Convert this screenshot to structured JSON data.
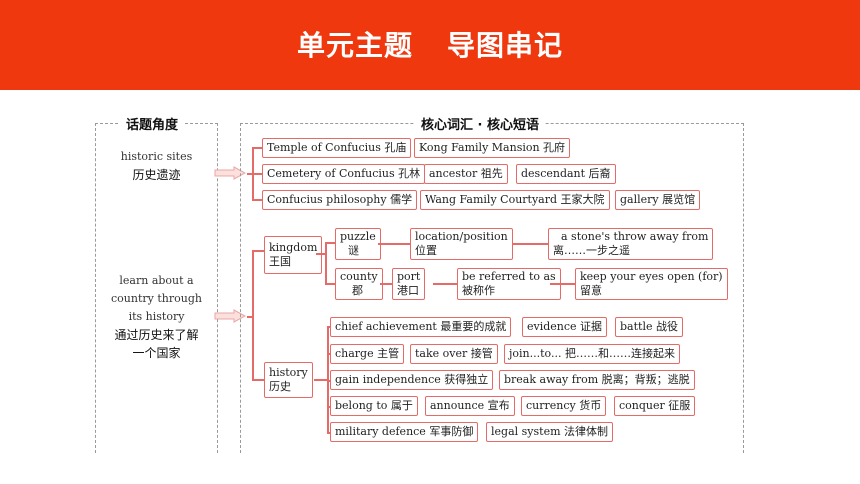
{
  "banner": {
    "title_part1": "单元主题",
    "title_part2": "导图串记",
    "color": "#f0380f"
  },
  "left_panel": {
    "header": "话题角度",
    "topics": [
      {
        "en_lines": [
          "historic sites"
        ],
        "zh_lines": [
          "历史遗迹"
        ]
      },
      {
        "en_lines": [
          "learn about a",
          "country through",
          "its history"
        ],
        "zh_lines": [
          "通过历史来了解",
          "一个国家"
        ]
      }
    ]
  },
  "right_panel": {
    "header": "核心词汇 · 核心短语",
    "sites": [
      [
        "Temple of Confucius 孔庙",
        "Kong Family Mansion 孔府"
      ],
      [
        "Cemetery of Confucius 孔林",
        "ancestor 祖先",
        "descendant 后裔"
      ],
      [
        "Confucius philosophy 儒学",
        "Wang Family Courtyard 王家大院",
        "gallery 展览馆"
      ]
    ],
    "kingdom": {
      "en": "kingdom",
      "zh": "王国",
      "row1": [
        {
          "en": "puzzle",
          "zh": "谜"
        },
        {
          "en": "location/position",
          "zh": "位置"
        },
        {
          "en": "a stone's throw away from",
          "zh": "离……一步之遥"
        }
      ],
      "row2": [
        {
          "en": "county",
          "zh": "郡"
        },
        {
          "en": "port",
          "zh": "港口"
        },
        {
          "en": "be referred to as",
          "zh": "被称作"
        },
        {
          "en": "keep your eyes open (for)",
          "zh": "留意"
        }
      ]
    },
    "history": {
      "en": "history",
      "zh": "历史",
      "rows": [
        [
          "chief achievement 最重要的成就",
          "evidence 证据",
          "battle 战役"
        ],
        [
          "charge 主管",
          "take over 接管",
          "join...to... 把……和……连接起来"
        ],
        [
          "gain independence 获得独立",
          "break away from 脱离；背叛；逃脱"
        ],
        [
          "belong to 属于",
          "announce 宣布",
          "currency 货币",
          "conquer 征服"
        ],
        [
          "military defence 军事防御",
          "legal system 法律体制"
        ]
      ]
    },
    "accent_color": "#e46b68"
  }
}
